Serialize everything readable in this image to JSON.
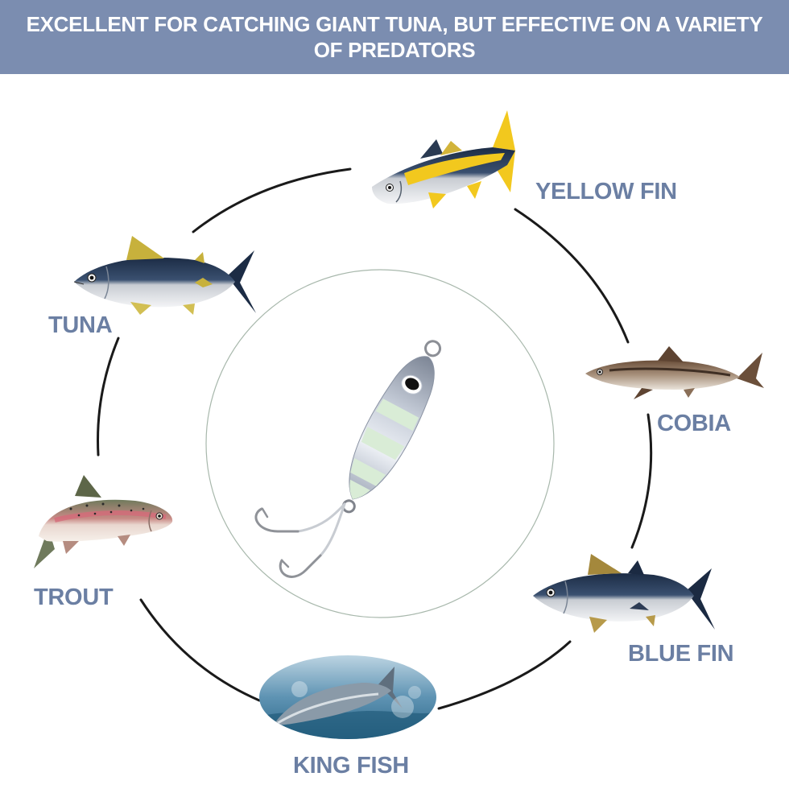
{
  "header": {
    "title": "EXCELLENT FOR CATCHING GIANT TUNA, BUT EFFECTIVE ON A VARIETY OF PREDATORS"
  },
  "fish": [
    {
      "label": "YELLOW FIN",
      "icon": "yellowfin-tuna-icon"
    },
    {
      "label": "TUNA",
      "icon": "tuna-icon"
    },
    {
      "label": "COBIA",
      "icon": "cobia-icon"
    },
    {
      "label": "TROUT",
      "icon": "trout-icon"
    },
    {
      "label": "BLUE FIN",
      "icon": "bluefin-tuna-icon"
    },
    {
      "label": "KING FISH",
      "icon": "kingfish-photo"
    }
  ],
  "center": {
    "icon": "jig-lure-icon"
  },
  "colors": {
    "banner": "#7b8db0",
    "label": "#6b7fa3",
    "ring": "#1a1a1a",
    "lure_glow": "#d9ecd6",
    "yellow_fin": "#f2c81e"
  }
}
